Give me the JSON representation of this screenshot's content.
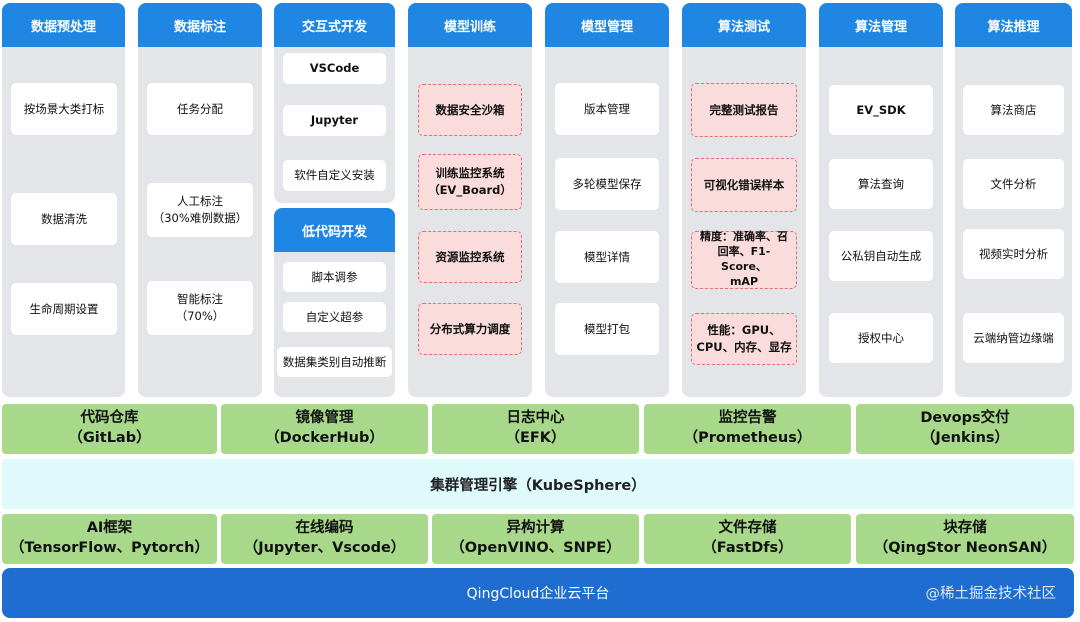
{
  "columns": [
    {
      "title": "数据预处理",
      "items": [
        "按场景大类打标",
        "数据清洗",
        "生命周期设置"
      ]
    },
    {
      "title": "数据标注",
      "items": [
        "任务分配",
        "人工标注\n（30%难例数据）",
        "智能标注\n（70%）"
      ]
    },
    {
      "title": "交互式开发",
      "items": [
        "VSCode",
        "Jupyter",
        "软件自定义安装"
      ]
    },
    {
      "title": "低代码开发",
      "items": [
        "脚本调参",
        "自定义超参",
        "数据集类别自动推断"
      ]
    },
    {
      "title": "模型训练",
      "items": [
        "数据安全沙箱",
        "训练监控系统\n（EV_Board）",
        "资源监控系统",
        "分布式算力调度"
      ]
    },
    {
      "title": "模型管理",
      "items": [
        "版本管理",
        "多轮模型保存",
        "模型详情",
        "模型打包"
      ]
    },
    {
      "title": "算法测试",
      "items": [
        "完整测试报告",
        "可视化错误样本",
        "精度：准确率、召\n回率、F1-Score、\nmAP",
        "性能：GPU、\nCPU、内存、显存"
      ]
    },
    {
      "title": "算法管理",
      "items": [
        "EV_SDK",
        "算法查询",
        "公私钥自动生成",
        "授权中心"
      ]
    },
    {
      "title": "算法推理",
      "items": [
        "算法商店",
        "文件分析",
        "视频实时分析",
        "云端纳管边缘端"
      ]
    }
  ],
  "devops": [
    {
      "name": "代码仓库",
      "tool": "（GitLab）"
    },
    {
      "name": "镜像管理",
      "tool": "（DockerHub）"
    },
    {
      "name": "日志中心",
      "tool": "（EFK）"
    },
    {
      "name": "监控告警",
      "tool": "（Prometheus）"
    },
    {
      "name": "Devops交付",
      "tool": "（Jenkins）"
    }
  ],
  "cluster_label": "集群管理引擎（KubeSphere）",
  "infra": [
    {
      "name": "AI框架",
      "tool": "（TensorFlow、Pytorch）"
    },
    {
      "name": "在线编码",
      "tool": "（Jupyter、Vscode）"
    },
    {
      "name": "异构计算",
      "tool": "（OpenVINO、SNPE）"
    },
    {
      "name": "文件存储",
      "tool": "（FastDfs）"
    },
    {
      "name": "块存储",
      "tool": "（QingStor NeonSAN）"
    }
  ],
  "platform_label": "QingCloud企业云平台",
  "watermark": "@稀土掘金技术社区",
  "colors": {
    "header_blue": "#1f86e4",
    "panel_gray": "#e4e5e8",
    "green": "#a8d88a",
    "cluster_cyan": "#dffafb",
    "platform_blue": "#1f6dd0",
    "dashed_red": "#e06e6e",
    "dashed_fill": "#fbdcdc"
  }
}
